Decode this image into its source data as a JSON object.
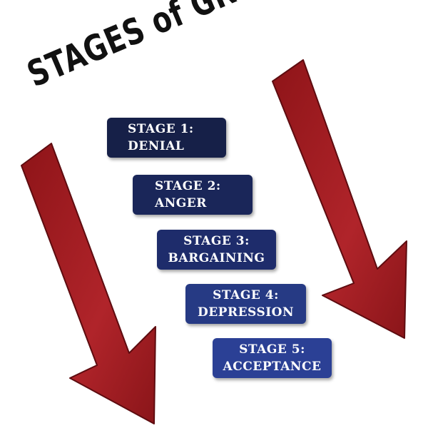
{
  "title": "STAGES of GRIEF",
  "colors": {
    "arrow_red": "#a31f24",
    "arrow_dark": "#6e1014",
    "title_black": "#111111"
  },
  "stages": [
    {
      "label": "STAGE 1:",
      "name": "DENIAL"
    },
    {
      "label": "STAGE 2:",
      "name": "ANGER"
    },
    {
      "label": "STAGE 3:",
      "name": "BARGAINING"
    },
    {
      "label": "STAGE 4:",
      "name": "DEPRESSION"
    },
    {
      "label": "STAGE 5:",
      "name": "ACCEPTANCE"
    }
  ]
}
